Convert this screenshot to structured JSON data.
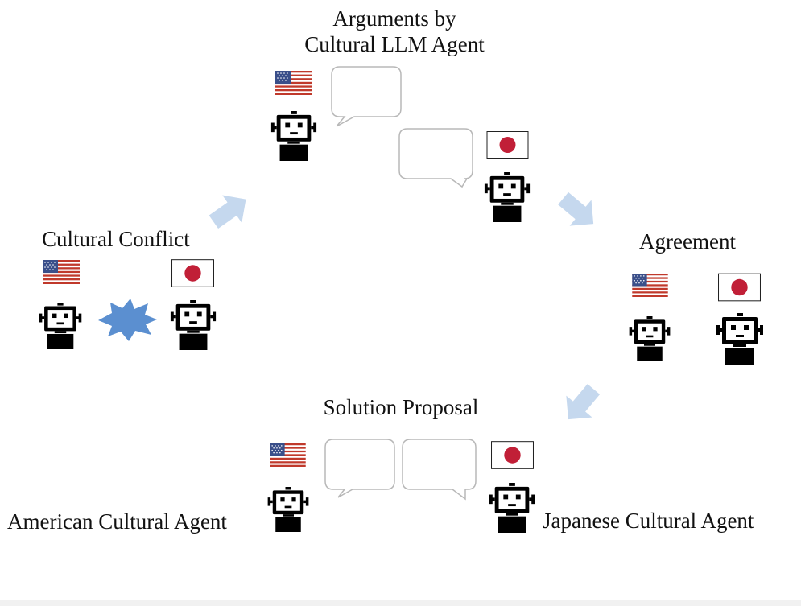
{
  "labels": {
    "arguments_line1": "Arguments by",
    "arguments_line2": "Cultural LLM Agent",
    "cultural_conflict": "Cultural Conflict",
    "agreement": "Agreement",
    "solution_proposal": "Solution Proposal",
    "american_agent": "American Cultural Agent",
    "japanese_agent": "Japanese Cultural Agent"
  },
  "icons": {
    "robot": "robot-icon",
    "us_flag": "us-flag-icon",
    "japan_flag": "japan-flag-icon",
    "speech_bubble": "speech-bubble-icon",
    "conflict_burst": "conflict-burst-icon",
    "cycle_arrow": "cycle-arrow-icon"
  },
  "colors": {
    "arrow": "#c5d8ee",
    "burst": "#5b8fd0",
    "japan_red": "#c11f37",
    "us_red": "#c0392b",
    "us_blue": "#3a4f8a",
    "robot": "#000000",
    "bubble_stroke": "#b8b8b8"
  }
}
